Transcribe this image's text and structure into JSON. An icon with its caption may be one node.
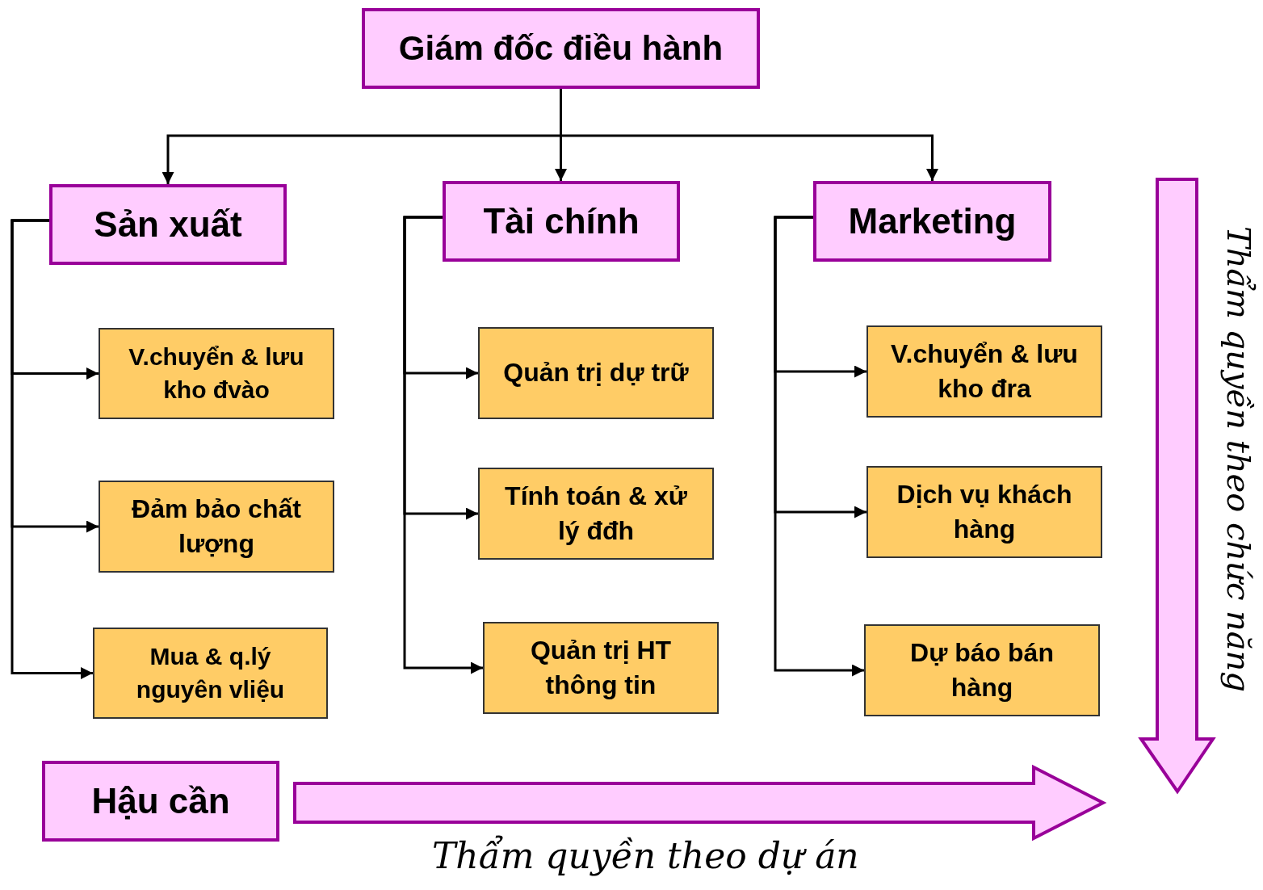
{
  "diagram": {
    "nodes": [
      {
        "text": [
          "Giám đốc điều hành"
        ]
      },
      {
        "text": [
          "Sản xuất"
        ]
      },
      {
        "text": [
          "Tài chính"
        ]
      },
      {
        "text": [
          "Marketing"
        ]
      },
      {
        "text": [
          "V.chuyển & lưu kho đvào"
        ]
      },
      {
        "text": [
          "Đảm bảo chất lượng"
        ]
      },
      {
        "text": [
          "Mua & q.lý nguyên vliệu"
        ]
      },
      {
        "text": [
          "Quản trị dự trữ"
        ]
      },
      {
        "text": [
          "Tính toán & xử lý đđh"
        ]
      },
      {
        "text": [
          "Quản trị HT thông tin"
        ]
      },
      {
        "text": [
          "V.chuyển & lưu kho đra"
        ]
      },
      {
        "text": [
          "Dịch vụ khách hàng"
        ]
      },
      {
        "text": [
          "Dự báo bán hàng"
        ]
      },
      {
        "text": [
          "Hậu cần"
        ]
      }
    ],
    "edges": [
      {
        "from": 0,
        "to": 1,
        "arrow": "to"
      },
      {
        "from": 0,
        "to": 2,
        "arrow": "to"
      },
      {
        "from": 0,
        "to": 3,
        "arrow": "to"
      },
      {
        "from": 1,
        "to": 4,
        "arrow": "to"
      },
      {
        "from": 1,
        "to": 5,
        "arrow": "to"
      },
      {
        "from": 1,
        "to": 6,
        "arrow": "to"
      },
      {
        "from": 2,
        "to": 7,
        "arrow": "to"
      },
      {
        "from": 2,
        "to": 8,
        "arrow": "to"
      },
      {
        "from": 2,
        "to": 9,
        "arrow": "to"
      },
      {
        "from": 3,
        "to": 10,
        "arrow": "to"
      },
      {
        "from": 3,
        "to": 11,
        "arrow": "to"
      },
      {
        "from": 3,
        "to": 12,
        "arrow": "to"
      }
    ],
    "labels": [
      "Thẩm quyền theo chức năng",
      "Thẩm quyền theo dự án"
    ]
  }
}
